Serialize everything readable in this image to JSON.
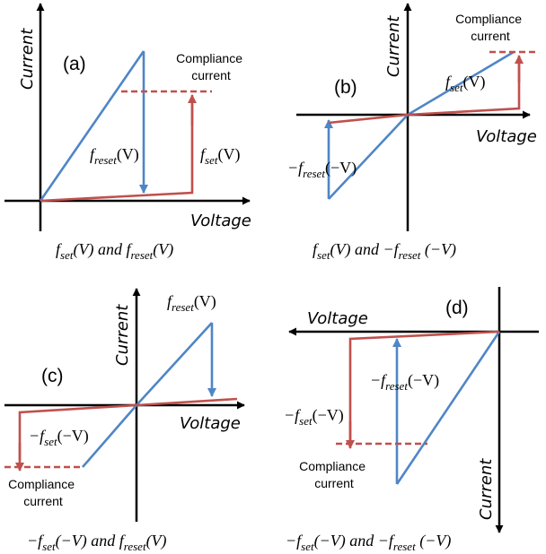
{
  "axes": {
    "current": "Current",
    "voltage": "Voltage"
  },
  "panels": {
    "a": {
      "tag": "(a)",
      "compliance": [
        "Compliance",
        "current"
      ],
      "blue_label": [
        "f",
        "reset",
        "(V)"
      ],
      "red_label": [
        "f",
        "set",
        "(V)"
      ],
      "caption": [
        "f",
        "set",
        "(V) and ",
        "f",
        "reset",
        "(V)"
      ]
    },
    "b": {
      "tag": "(b)",
      "compliance": [
        "Compliance",
        "current"
      ],
      "red_label": [
        "f",
        "set",
        "(V)"
      ],
      "blue_label": [
        "−f",
        "reset",
        "(−V)"
      ],
      "caption": [
        "f",
        "set",
        "(V) and −",
        "f",
        "reset",
        " (−V)"
      ]
    },
    "c": {
      "tag": "(c)",
      "compliance": [
        "Compliance",
        "current"
      ],
      "blue_label": [
        "f",
        "reset",
        "(V)"
      ],
      "red_label": [
        "−f",
        "set",
        "(−V)"
      ],
      "caption": [
        "−f",
        "set",
        "(−V) and ",
        "f",
        "reset",
        "(V)"
      ]
    },
    "d": {
      "tag": "(d)",
      "compliance": [
        "Compliance",
        "current"
      ],
      "blue_label": [
        "−f",
        "reset",
        "(−V)"
      ],
      "red_label": [
        "−f",
        "set",
        "(−V)"
      ],
      "caption": [
        "−f",
        "set",
        "(−V) and −",
        "f",
        "reset",
        " (−V)"
      ]
    }
  },
  "colors": {
    "set_curve": "#C0504D",
    "reset_curve": "#4F86C6",
    "axes": "#000000"
  }
}
